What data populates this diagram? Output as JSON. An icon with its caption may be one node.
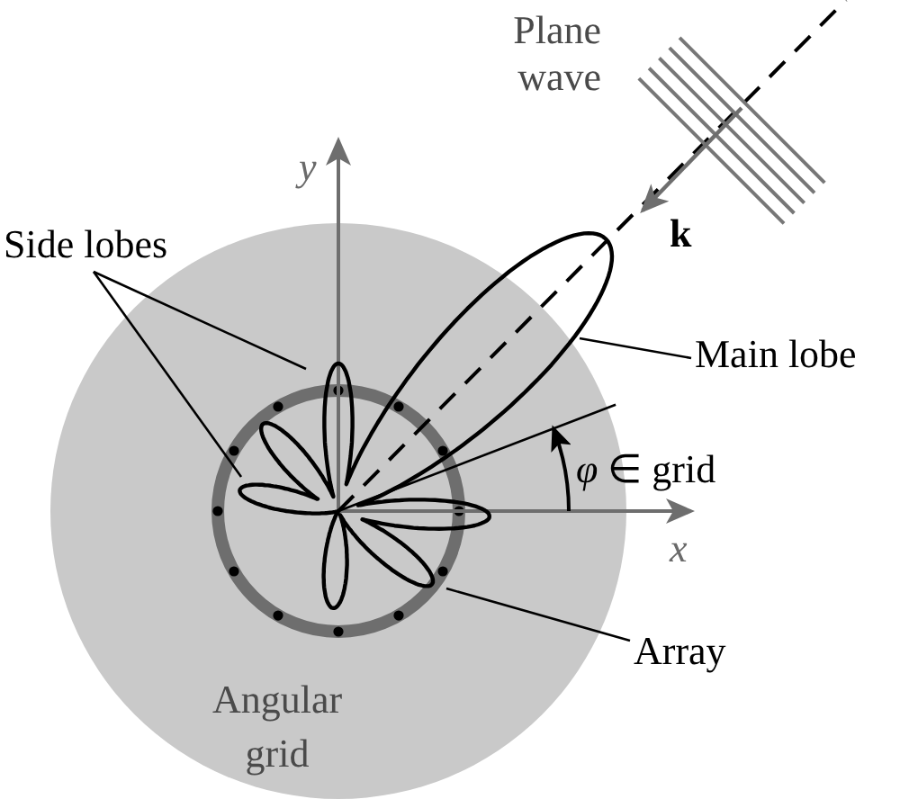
{
  "diagram": {
    "nodes": [
      {
        "text": [
          "Side lobes"
        ]
      },
      {
        "text": [
          "Main lobe"
        ]
      },
      {
        "text": [
          "Array"
        ]
      }
    ],
    "edges": [
      {
        "from": 0,
        "to": null,
        "arrow": "none"
      },
      {
        "from": 0,
        "to": null,
        "arrow": "none"
      },
      {
        "from": 1,
        "to": null,
        "arrow": "none"
      },
      {
        "from": 2,
        "to": null,
        "arrow": "none"
      }
    ],
    "labels": [
      "Plane wave",
      "y",
      "k",
      "*φ* ∈ grid",
      "x",
      "Angular grid"
    ]
  }
}
